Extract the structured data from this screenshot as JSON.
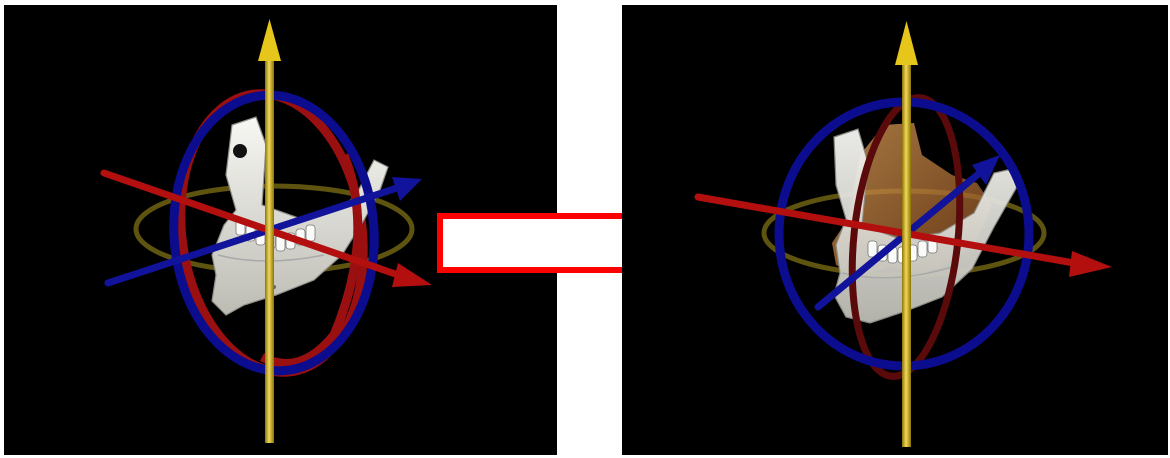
{
  "panels": [
    {
      "id": "before",
      "state": "manipulator-with-opaque-mandible"
    },
    {
      "id": "after",
      "state": "manipulator-rotated-with-transparent-layer"
    }
  ],
  "colors": {
    "background": "#000000",
    "y_axis": "#e6c61a",
    "x_axis": "#b30f0f",
    "z_axis": "#11139a",
    "ring_red": "#9a0f0f",
    "ring_blue": "#0c0c8f",
    "ring_yellow": "#5e5410",
    "bone": "#ecebe6",
    "transition_arrow": "#ff0000"
  },
  "icons": {
    "transition": "right-arrow-outline-icon",
    "gizmo": "rotation-gizmo-icon",
    "model": "mandible-bone-icon"
  }
}
